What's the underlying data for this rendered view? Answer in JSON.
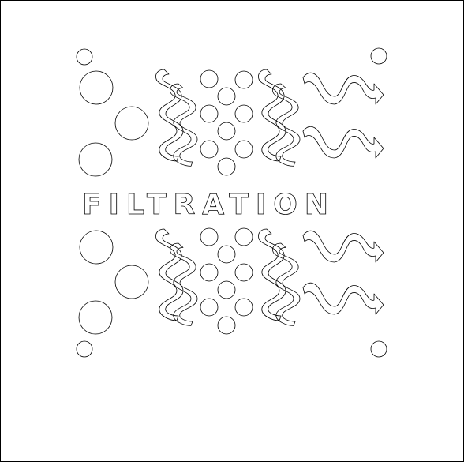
{
  "title": "FILTRATION",
  "colors": {
    "background": "#ffffff",
    "line": "#000000"
  },
  "icons": [
    "large-circles-column",
    "wavy-channel",
    "circle-cluster",
    "wavy-channel",
    "wavy-arrows"
  ]
}
